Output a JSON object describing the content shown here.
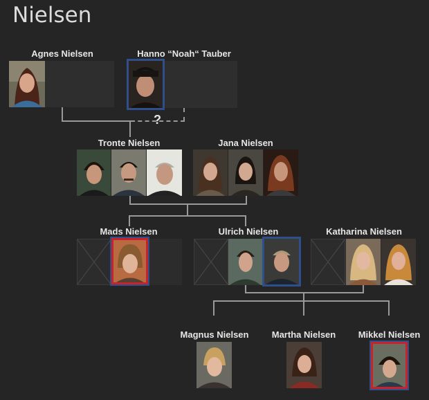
{
  "page": {
    "title": "Nielsen"
  },
  "question_mark": "?",
  "people": {
    "agnes": "Agnes Nielsen",
    "hanno": "Hanno “Noah“ Tauber",
    "tronte": "Tronte Nielsen",
    "jana": "Jana Nielsen",
    "mads": "Mads Nielsen",
    "ulrich": "Ulrich Nielsen",
    "katharina": "Katharina  Nielsen",
    "magnus": "Magnus  Nielsen",
    "martha": "Martha  Nielsen",
    "mikkel": "Mikkel Nielsen"
  },
  "colors": {
    "background": "#252525",
    "connector": "#9a9a9a",
    "frame_blue": "#2e4f8c",
    "frame_red": "#c8222a"
  }
}
